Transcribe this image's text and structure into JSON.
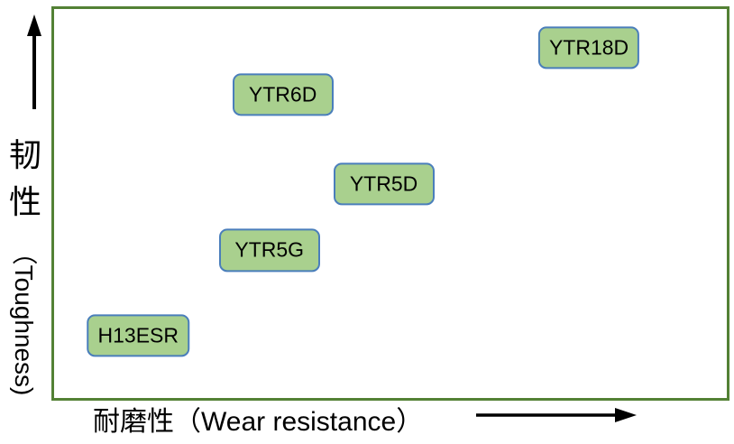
{
  "colors": {
    "plot_border": "#538135",
    "box_fill": "#A9D08E",
    "box_border": "#4A7EBB",
    "arrow": "#000000",
    "text": "#000000"
  },
  "y_axis": {
    "label_full": "韧性（Toughness)",
    "label_cjk": "韧性",
    "label_rotated": "（Toughness)"
  },
  "x_axis": {
    "label": "耐磨性（Wear resistance）"
  },
  "chart_data": {
    "type": "scatter",
    "title": "",
    "xlabel": "耐磨性（Wear resistance）",
    "ylabel": "韧性（Toughness)",
    "x_range": [
      0,
      1
    ],
    "y_range": [
      0,
      1
    ],
    "grid": false,
    "legend": false,
    "axes_quantitative": false,
    "marker_style": "rounded-green-box",
    "points": [
      {
        "label": "H13ESR",
        "x": 0.125,
        "y": 0.16
      },
      {
        "label": "YTR5G",
        "x": 0.32,
        "y": 0.38
      },
      {
        "label": "YTR5D",
        "x": 0.49,
        "y": 0.55
      },
      {
        "label": "YTR6D",
        "x": 0.34,
        "y": 0.78
      },
      {
        "label": "YTR18D",
        "x": 0.795,
        "y": 0.9
      }
    ]
  }
}
